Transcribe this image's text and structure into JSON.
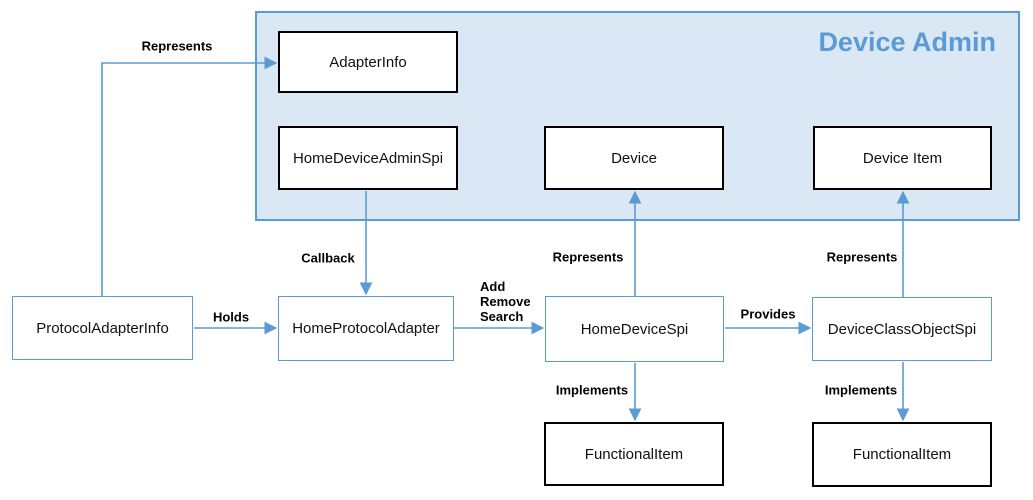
{
  "diagram": {
    "groups": [
      {
        "id": "device-admin",
        "title": "Device Admin"
      }
    ],
    "nodes": [
      {
        "id": "adapter-info",
        "label": "AdapterInfo"
      },
      {
        "id": "home-device-admin-spi",
        "label": "HomeDeviceAdminSpi"
      },
      {
        "id": "device",
        "label": "Device"
      },
      {
        "id": "device-item",
        "label": "Device Item"
      },
      {
        "id": "protocol-adapter-info",
        "label": "ProtocolAdapterInfo"
      },
      {
        "id": "home-protocol-adapter",
        "label": "HomeProtocolAdapter"
      },
      {
        "id": "home-device-spi",
        "label": "HomeDeviceSpi"
      },
      {
        "id": "device-class-object-spi",
        "label": "DeviceClassObjectSpi"
      },
      {
        "id": "functional-item-1",
        "label": "FunctionalItem"
      },
      {
        "id": "functional-item-2",
        "label": "FunctionalItem"
      }
    ],
    "edges": [
      {
        "id": "represents-adapter-info",
        "label": "Represents",
        "from": "ProtocolAdapterInfo",
        "to": "AdapterInfo"
      },
      {
        "id": "callback",
        "label": "Callback",
        "from": "HomeDeviceAdminSpi",
        "to": "HomeProtocolAdapter"
      },
      {
        "id": "holds",
        "label": "Holds",
        "from": "ProtocolAdapterInfo",
        "to": "HomeProtocolAdapter"
      },
      {
        "id": "add-remove-search",
        "label": "Add\nRemove\nSearch",
        "from": "HomeProtocolAdapter",
        "to": "HomeDeviceSpi"
      },
      {
        "id": "represents-device",
        "label": "Represents",
        "from": "HomeDeviceSpi",
        "to": "Device"
      },
      {
        "id": "provides",
        "label": "Provides",
        "from": "HomeDeviceSpi",
        "to": "DeviceClassObjectSpi"
      },
      {
        "id": "represents-device-item",
        "label": "Represents",
        "from": "DeviceClassObjectSpi",
        "to": "Device Item"
      },
      {
        "id": "implements-left",
        "label": "Implements",
        "from": "HomeDeviceSpi",
        "to": "FunctionalItem"
      },
      {
        "id": "implements-right",
        "label": "Implements",
        "from": "DeviceClassObjectSpi",
        "to": "FunctionalItem"
      }
    ],
    "colors": {
      "accent": "#5b9bd5",
      "group_fill": "#dae8f5",
      "node_border_dark": "#000000",
      "node_fill": "#ffffff",
      "background": "#ffffff",
      "label_text": "#000000"
    }
  }
}
